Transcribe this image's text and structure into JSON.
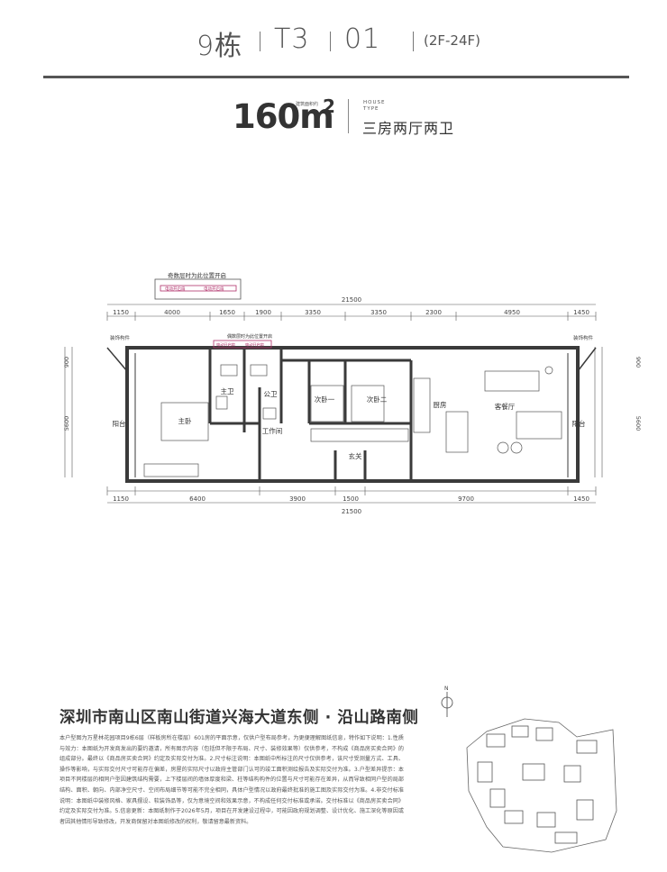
{
  "header": {
    "building": "9栋",
    "unit_type": "T3",
    "unit_no": "01",
    "floors": "(2F-24F)"
  },
  "area": {
    "value": "160m",
    "sup": "2",
    "label": "建筑面积约"
  },
  "house_type": {
    "en_line1": "HOUSE",
    "en_line2": "TYPE",
    "name": "三房两厅两卫"
  },
  "plan": {
    "top_note": "奇数层时为此位置开启",
    "inner_note": "偶数层时为此位置开启",
    "ac_label": "电动开启扇",
    "total_dim": "21500",
    "top_dims": [
      "1150",
      "4000",
      "1650",
      "1900",
      "3350",
      "3350",
      "2300",
      "4950",
      "1450"
    ],
    "bottom_dims": [
      "1150",
      "6400",
      "3900",
      "1500",
      "9700",
      "1450"
    ],
    "side_dims": {
      "upper": "900",
      "lower": "5600"
    },
    "balcony_note": "装饰构件",
    "rooms": {
      "master_bath": "主卫",
      "public_bath": "公卫",
      "master_bedroom": "主卧",
      "bedroom1": "次卧一",
      "bedroom2": "次卧二",
      "kitchen": "厨房",
      "living": "客餐厅",
      "balcony_left": "阳台",
      "balcony_right": "阳台",
      "workroom": "工作间",
      "entrance": "玄关"
    }
  },
  "address": "深圳市南山区南山街道兴海大道东侧 · 沿山路南侧",
  "disclaimer": "本户型图为万星林花园项目9栋6层（样板房所在楼层）601房的平面示意，仅供户型布局参考，为更便理解图纸信息，特作如下说明：1.性质与效力：本图纸为开发商发出的要约邀请，所有图示内容（包括但不限于布局、尺寸、装修效果等）仅供参考，不构成《商品房买卖合同》的组成部分。最终以《商品房买卖合同》约定及实际交付为准。2.尺寸标注说明：本图纸中所标注的尺寸仅供参考，该尺寸受测量方式、工具、操作等影响，与实际交付尺寸可能存在偏差，房屋的实际尺寸以政府主管部门认可的竣工面积测绘报告及实际交付为准。3.户型差异提示：本项目不同楼层的相同户型因建筑结构需要，上下楼层间的墙体厚度和梁、柱等结构构件的位置与尺寸可能存在差异，从而导致相同户型的局部结构、面积、朝向、内部净空尺寸、空间布局细节等可能不完全相同，具体户型情况以政府最终批准的施工图及实际交付为准。4.非交付标准说明：本图纸中装修风格、家具摆设、软装饰品等，仅为意境空间和效果示意，不构成任何交付标准或承诺。交付标准以《商品房买卖合同》约定及实际交付为准。5.信息更新：本图纸制作于2026年5月，项目在开发建设过程中，可能因政府规划调整、设计优化、施工深化等原因或者因其他情形导致修改，开发商保留对本图纸修改的权利，敬请留意最新资料。",
  "siteplan": {
    "north_label": "N"
  },
  "colors": {
    "accent_pink": "#b0306a",
    "wall": "#3a3a3a",
    "line": "#555555"
  }
}
